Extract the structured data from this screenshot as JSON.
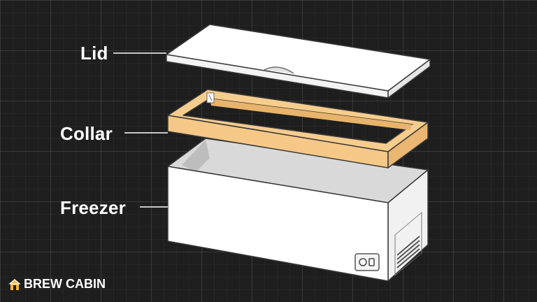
{
  "labels": {
    "lid": "Lid",
    "collar": "Collar",
    "freezer": "Freezer"
  },
  "brand": {
    "name": "BREW CABIN",
    "icon": "house-cabin-icon"
  },
  "colors": {
    "background": "#1e1e1e",
    "grid": "#3a3a3a",
    "outline": "#3a3a3a",
    "lid_fill": "#ffffff",
    "collar_fill": "#f5c98a",
    "freezer_fill": "#ffffff",
    "interior_fill": "#dedede",
    "brand_accent": "#f5b73d"
  }
}
